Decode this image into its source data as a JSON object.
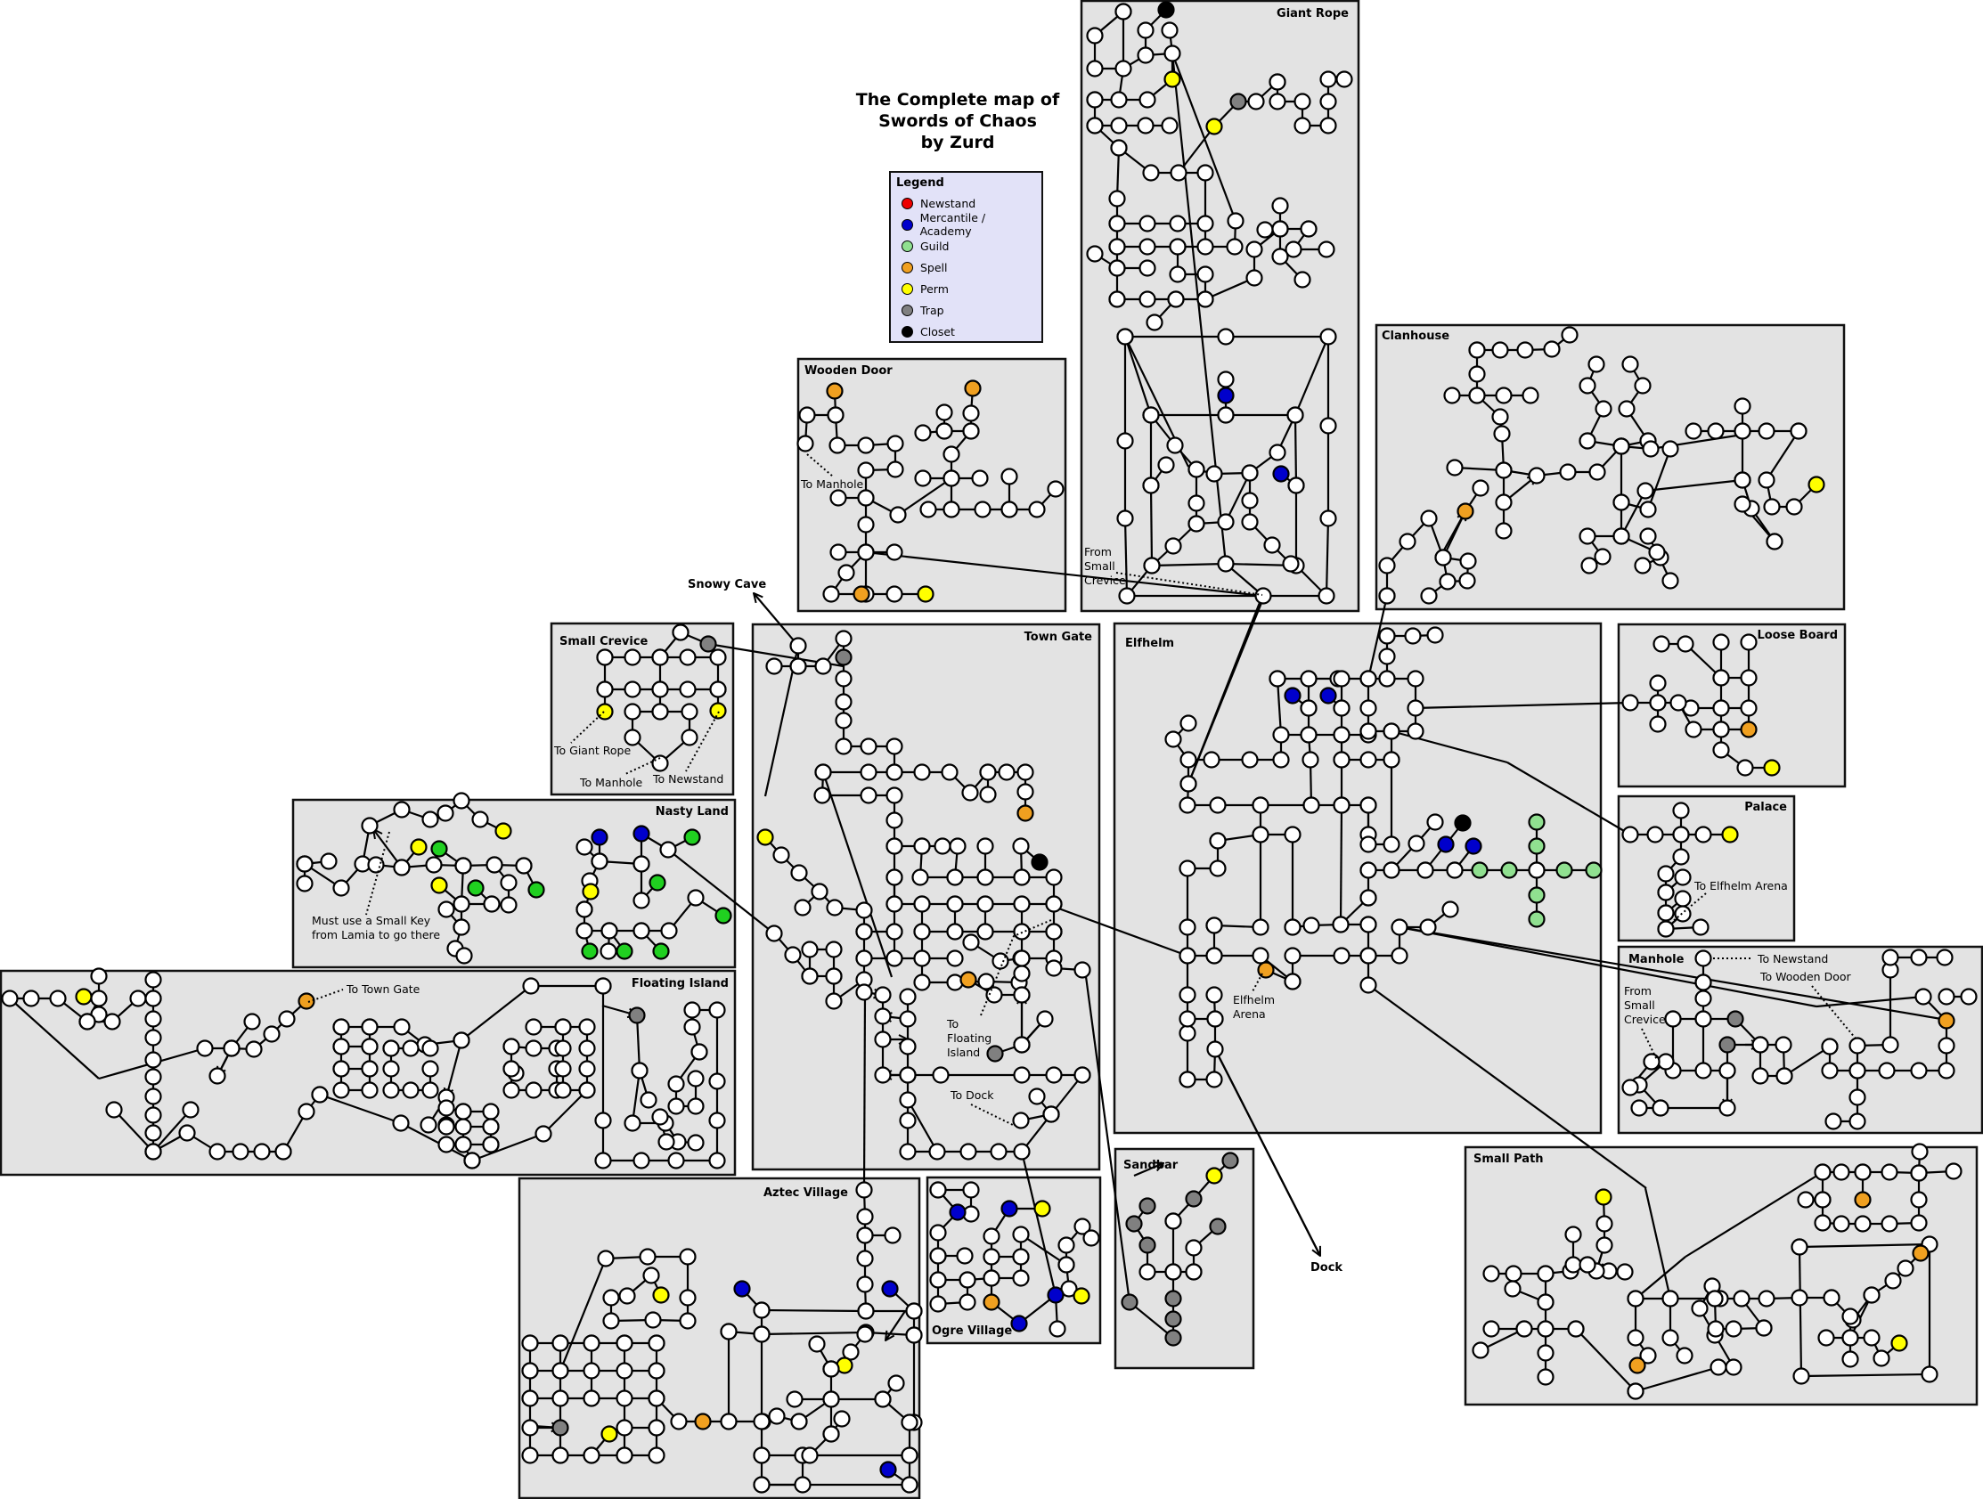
{
  "title": {
    "line1": "The Complete map of",
    "line2": "Swords of Chaos",
    "line3": "by Zurd"
  },
  "legend": {
    "title": "Legend",
    "items": [
      {
        "label": "Newstand",
        "color": "#ee0000",
        "icon": "newstand-node-icon"
      },
      {
        "label": "Mercantile / Academy",
        "color": "#0000cc",
        "icon": "mercantile-node-icon"
      },
      {
        "label": "Guild",
        "color": "#90e090",
        "icon": "guild-node-icon"
      },
      {
        "label": "Spell",
        "color": "#f0a020",
        "icon": "spell-node-icon"
      },
      {
        "label": "Perm",
        "color": "#ffff00",
        "icon": "perm-node-icon"
      },
      {
        "label": "Trap",
        "color": "#808080",
        "icon": "trap-node-icon"
      },
      {
        "label": "Closet",
        "color": "#000000",
        "icon": "closet-node-icon"
      }
    ],
    "default_node_color": "#ffffff",
    "nasty_land_guild_color": "#20d020"
  },
  "regions": {
    "giant_rope": {
      "name": "Giant Rope",
      "notes": [
        "From",
        "Small",
        "Crevice"
      ]
    },
    "wooden_door": {
      "name": "Wooden Door",
      "notes": [
        "To Manhole"
      ]
    },
    "clanhouse": {
      "name": "Clanhouse"
    },
    "small_crevice": {
      "name": "Small Crevice",
      "notes": [
        "To Giant Rope",
        "To Manhole",
        "To Newstand"
      ]
    },
    "town_gate": {
      "name": "Town Gate",
      "notes": [
        "To",
        "Floating",
        "Island",
        "To Dock"
      ]
    },
    "elfhelm": {
      "name": "Elfhelm",
      "notes": [
        "Elfhelm",
        "Arena"
      ]
    },
    "loose_board": {
      "name": "Loose Board"
    },
    "palace": {
      "name": "Palace",
      "notes": [
        "To Elfhelm Arena"
      ]
    },
    "manhole": {
      "name": "Manhole",
      "notes": [
        "To Newstand",
        "To Wooden Door",
        "From",
        "Small",
        "Crevice"
      ]
    },
    "nasty_land": {
      "name": "Nasty Land",
      "notes": [
        "Must use a Small Key",
        "from Lamia to go there"
      ]
    },
    "floating_island": {
      "name": "Floating Island",
      "notes": [
        "To Town Gate"
      ]
    },
    "aztec_village": {
      "name": "Aztec Village"
    },
    "ogre_village": {
      "name": "Ogre Village"
    },
    "sandbar": {
      "name": "Sandbar"
    },
    "small_path": {
      "name": "Small Path"
    }
  },
  "external_destinations": {
    "snowy_cave": "Snowy Cave",
    "dock": "Dock"
  }
}
